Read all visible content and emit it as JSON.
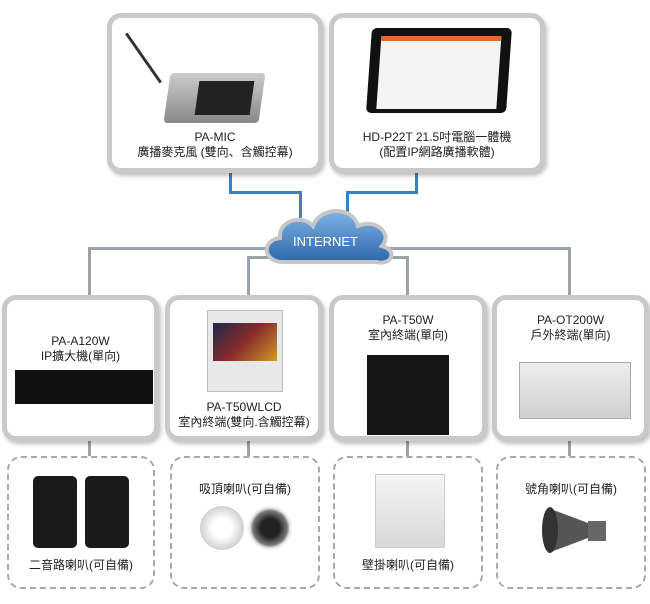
{
  "top": [
    {
      "model": "PA-MIC",
      "desc": "廣播麥克風 (雙向、含觸控幕)"
    },
    {
      "model": "HD-P22T  21.5吋電腦一體機",
      "desc": "(配置IP網路廣播軟體)"
    }
  ],
  "cloud": {
    "label": "INTERNET",
    "color": "#3d7cc0"
  },
  "devices": [
    {
      "model": "PA-A120W",
      "desc": "IP擴大機(單向)"
    },
    {
      "model": "PA-T50WLCD",
      "desc": "室內終端(雙向.含觸控幕)"
    },
    {
      "model": "PA-T50W",
      "desc": "室內終端(單向)"
    },
    {
      "model": "PA-OT200W",
      "desc": "戶外終端(單向)"
    }
  ],
  "speakers": [
    {
      "label": "二音路喇叭(可自備)"
    },
    {
      "label": "吸頂喇叭(可自備)"
    },
    {
      "label": "壁掛喇叭(可自備)"
    },
    {
      "label": "號角喇叭(可自備)"
    }
  ]
}
